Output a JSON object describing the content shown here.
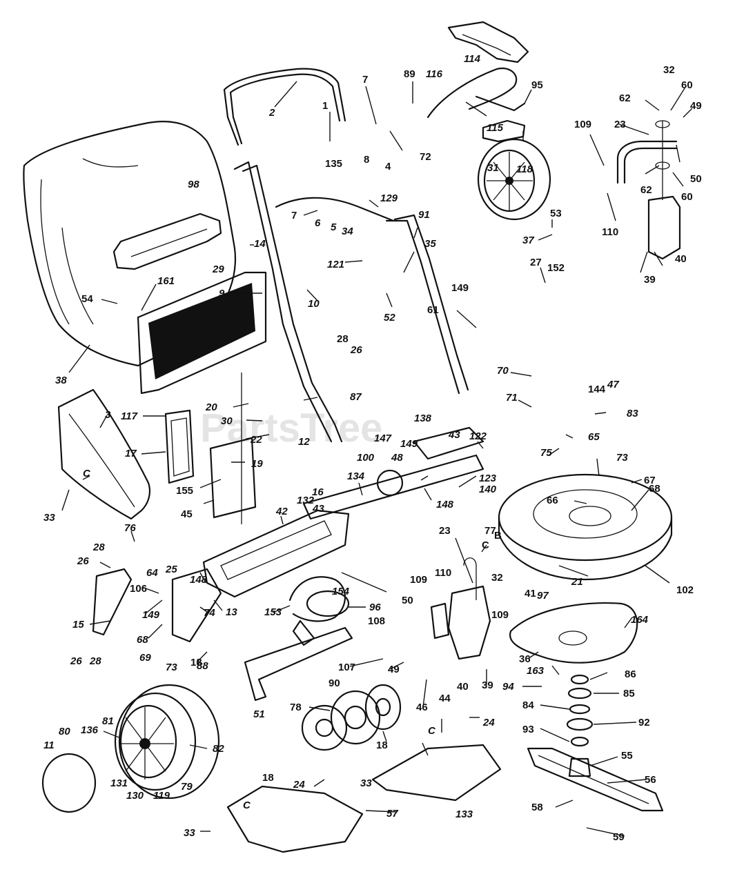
{
  "watermark": "PartsTree",
  "labels": [
    {
      "id": "p2",
      "text": "2"
    },
    {
      "id": "p1",
      "text": "1"
    },
    {
      "id": "p7a",
      "text": "7"
    },
    {
      "id": "p89",
      "text": "89"
    },
    {
      "id": "p116",
      "text": "116"
    },
    {
      "id": "p114",
      "text": "114"
    },
    {
      "id": "p95",
      "text": "95"
    },
    {
      "id": "p32a",
      "text": "32"
    },
    {
      "id": "p62a",
      "text": "62"
    },
    {
      "id": "p60a",
      "text": "60"
    },
    {
      "id": "p49a",
      "text": "49"
    },
    {
      "id": "p109a",
      "text": "109"
    },
    {
      "id": "p23a",
      "text": "23"
    },
    {
      "id": "p98",
      "text": "98"
    },
    {
      "id": "p135",
      "text": "135"
    },
    {
      "id": "p8",
      "text": "8"
    },
    {
      "id": "p4",
      "text": "4"
    },
    {
      "id": "p72",
      "text": "72"
    },
    {
      "id": "p115",
      "text": "115"
    },
    {
      "id": "p31",
      "text": "31"
    },
    {
      "id": "p118",
      "text": "118"
    },
    {
      "id": "p50a",
      "text": "50"
    },
    {
      "id": "p62b",
      "text": "62"
    },
    {
      "id": "p60b",
      "text": "60"
    },
    {
      "id": "p7b",
      "text": "7"
    },
    {
      "id": "p6",
      "text": "6"
    },
    {
      "id": "p5",
      "text": "5"
    },
    {
      "id": "p34",
      "text": "34"
    },
    {
      "id": "p129",
      "text": "129"
    },
    {
      "id": "p91",
      "text": "91"
    },
    {
      "id": "p53",
      "text": "53"
    },
    {
      "id": "p110a",
      "text": "110"
    },
    {
      "id": "p14",
      "text": "14"
    },
    {
      "id": "p35",
      "text": "35"
    },
    {
      "id": "p37",
      "text": "37"
    },
    {
      "id": "p40a",
      "text": "40"
    },
    {
      "id": "p29",
      "text": "29"
    },
    {
      "id": "p121",
      "text": "121"
    },
    {
      "id": "p39a",
      "text": "39"
    },
    {
      "id": "p161",
      "text": "161"
    },
    {
      "id": "p54",
      "text": "54"
    },
    {
      "id": "p10",
      "text": "10"
    },
    {
      "id": "p27",
      "text": "27"
    },
    {
      "id": "p152",
      "text": "152"
    },
    {
      "id": "p9",
      "text": "9"
    },
    {
      "id": "p52",
      "text": "52"
    },
    {
      "id": "p149a",
      "text": "149"
    },
    {
      "id": "p61",
      "text": "61"
    },
    {
      "id": "p38",
      "text": "38"
    },
    {
      "id": "p28a",
      "text": "28"
    },
    {
      "id": "p26a",
      "text": "26"
    },
    {
      "id": "p70",
      "text": "70"
    },
    {
      "id": "p20",
      "text": "20"
    },
    {
      "id": "p87",
      "text": "87"
    },
    {
      "id": "p3",
      "text": "3"
    },
    {
      "id": "p117",
      "text": "117"
    },
    {
      "id": "p30",
      "text": "30"
    },
    {
      "id": "p71",
      "text": "71"
    },
    {
      "id": "p144",
      "text": "144"
    },
    {
      "id": "p47",
      "text": "47"
    },
    {
      "id": "p83",
      "text": "83"
    },
    {
      "id": "p22",
      "text": "22"
    },
    {
      "id": "p12",
      "text": "12"
    },
    {
      "id": "p138",
      "text": "138"
    },
    {
      "id": "p43a",
      "text": "43"
    },
    {
      "id": "p122",
      "text": "122"
    },
    {
      "id": "p65",
      "text": "65"
    },
    {
      "id": "p17",
      "text": "17"
    },
    {
      "id": "p19",
      "text": "19"
    },
    {
      "id": "p147",
      "text": "147"
    },
    {
      "id": "p149b",
      "text": "149"
    },
    {
      "id": "p75",
      "text": "75"
    },
    {
      "id": "p73a",
      "text": "73"
    },
    {
      "id": "pC1",
      "text": "C"
    },
    {
      "id": "p100",
      "text": "100"
    },
    {
      "id": "p48",
      "text": "48"
    },
    {
      "id": "p123",
      "text": "123"
    },
    {
      "id": "p67",
      "text": "67"
    },
    {
      "id": "p155",
      "text": "155"
    },
    {
      "id": "p134",
      "text": "134"
    },
    {
      "id": "p140",
      "text": "140"
    },
    {
      "id": "p66",
      "text": "66"
    },
    {
      "id": "p68a",
      "text": "68"
    },
    {
      "id": "p33a",
      "text": "33"
    },
    {
      "id": "p45",
      "text": "45"
    },
    {
      "id": "p16",
      "text": "16"
    },
    {
      "id": "p132",
      "text": "132"
    },
    {
      "id": "p43b",
      "text": "43"
    },
    {
      "id": "p148a",
      "text": "148"
    },
    {
      "id": "p76",
      "text": "76"
    },
    {
      "id": "p42",
      "text": "42"
    },
    {
      "id": "p23b",
      "text": "23"
    },
    {
      "id": "p77",
      "text": "77"
    },
    {
      "id": "pC2",
      "text": "C"
    },
    {
      "id": "pB",
      "text": "B"
    },
    {
      "id": "p28b",
      "text": "28"
    },
    {
      "id": "p26b",
      "text": "26"
    },
    {
      "id": "p148b",
      "text": "148"
    },
    {
      "id": "p64",
      "text": "64"
    },
    {
      "id": "p25",
      "text": "25"
    },
    {
      "id": "p21",
      "text": "21"
    },
    {
      "id": "p102",
      "text": "102"
    },
    {
      "id": "p106",
      "text": "106"
    },
    {
      "id": "p13",
      "text": "13"
    },
    {
      "id": "p109b",
      "text": "109"
    },
    {
      "id": "p110b",
      "text": "110"
    },
    {
      "id": "p32b",
      "text": "32"
    },
    {
      "id": "p41",
      "text": "41"
    },
    {
      "id": "p97",
      "text": "97"
    },
    {
      "id": "p154",
      "text": "154"
    },
    {
      "id": "p74",
      "text": "74"
    },
    {
      "id": "p153",
      "text": "153"
    },
    {
      "id": "p50b",
      "text": "50"
    },
    {
      "id": "p109c",
      "text": "109"
    },
    {
      "id": "p164",
      "text": "164"
    },
    {
      "id": "p15",
      "text": "15"
    },
    {
      "id": "p149c",
      "text": "149"
    },
    {
      "id": "p96",
      "text": "96"
    },
    {
      "id": "p68b",
      "text": "68"
    },
    {
      "id": "p108",
      "text": "108"
    },
    {
      "id": "p18a",
      "text": "18"
    },
    {
      "id": "p36",
      "text": "36"
    },
    {
      "id": "p26c",
      "text": "26"
    },
    {
      "id": "p28c",
      "text": "28"
    },
    {
      "id": "p69",
      "text": "69"
    },
    {
      "id": "p73b",
      "text": "73"
    },
    {
      "id": "p163",
      "text": "163"
    },
    {
      "id": "p107",
      "text": "107"
    },
    {
      "id": "p49b",
      "text": "49"
    },
    {
      "id": "p39b",
      "text": "39"
    },
    {
      "id": "p86",
      "text": "86"
    },
    {
      "id": "p88",
      "text": "88"
    },
    {
      "id": "p90",
      "text": "90"
    },
    {
      "id": "p94",
      "text": "94"
    },
    {
      "id": "p85",
      "text": "85"
    },
    {
      "id": "p40b",
      "text": "40"
    },
    {
      "id": "p46",
      "text": "46"
    },
    {
      "id": "p44",
      "text": "44"
    },
    {
      "id": "p51",
      "text": "51"
    },
    {
      "id": "p78",
      "text": "78"
    },
    {
      "id": "p84",
      "text": "84"
    },
    {
      "id": "p81",
      "text": "81"
    },
    {
      "id": "p80",
      "text": "80"
    },
    {
      "id": "p136",
      "text": "136"
    },
    {
      "id": "p18b",
      "text": "18"
    },
    {
      "id": "p24a",
      "text": "24"
    },
    {
      "id": "p92",
      "text": "92"
    },
    {
      "id": "pC3",
      "text": "C"
    },
    {
      "id": "p82",
      "text": "82"
    },
    {
      "id": "p11",
      "text": "11"
    },
    {
      "id": "p93",
      "text": "93"
    },
    {
      "id": "p18c",
      "text": "18"
    },
    {
      "id": "p55",
      "text": "55"
    },
    {
      "id": "p33b",
      "text": "33"
    },
    {
      "id": "p131",
      "text": "131"
    },
    {
      "id": "p130",
      "text": "130"
    },
    {
      "id": "p119",
      "text": "119"
    },
    {
      "id": "p79",
      "text": "79"
    },
    {
      "id": "p24b",
      "text": "24"
    },
    {
      "id": "p56",
      "text": "56"
    },
    {
      "id": "pC4",
      "text": "C"
    },
    {
      "id": "p133",
      "text": "133"
    },
    {
      "id": "p58",
      "text": "58"
    },
    {
      "id": "p57",
      "text": "57"
    },
    {
      "id": "p33c",
      "text": "33"
    },
    {
      "id": "p59",
      "text": "59"
    }
  ]
}
